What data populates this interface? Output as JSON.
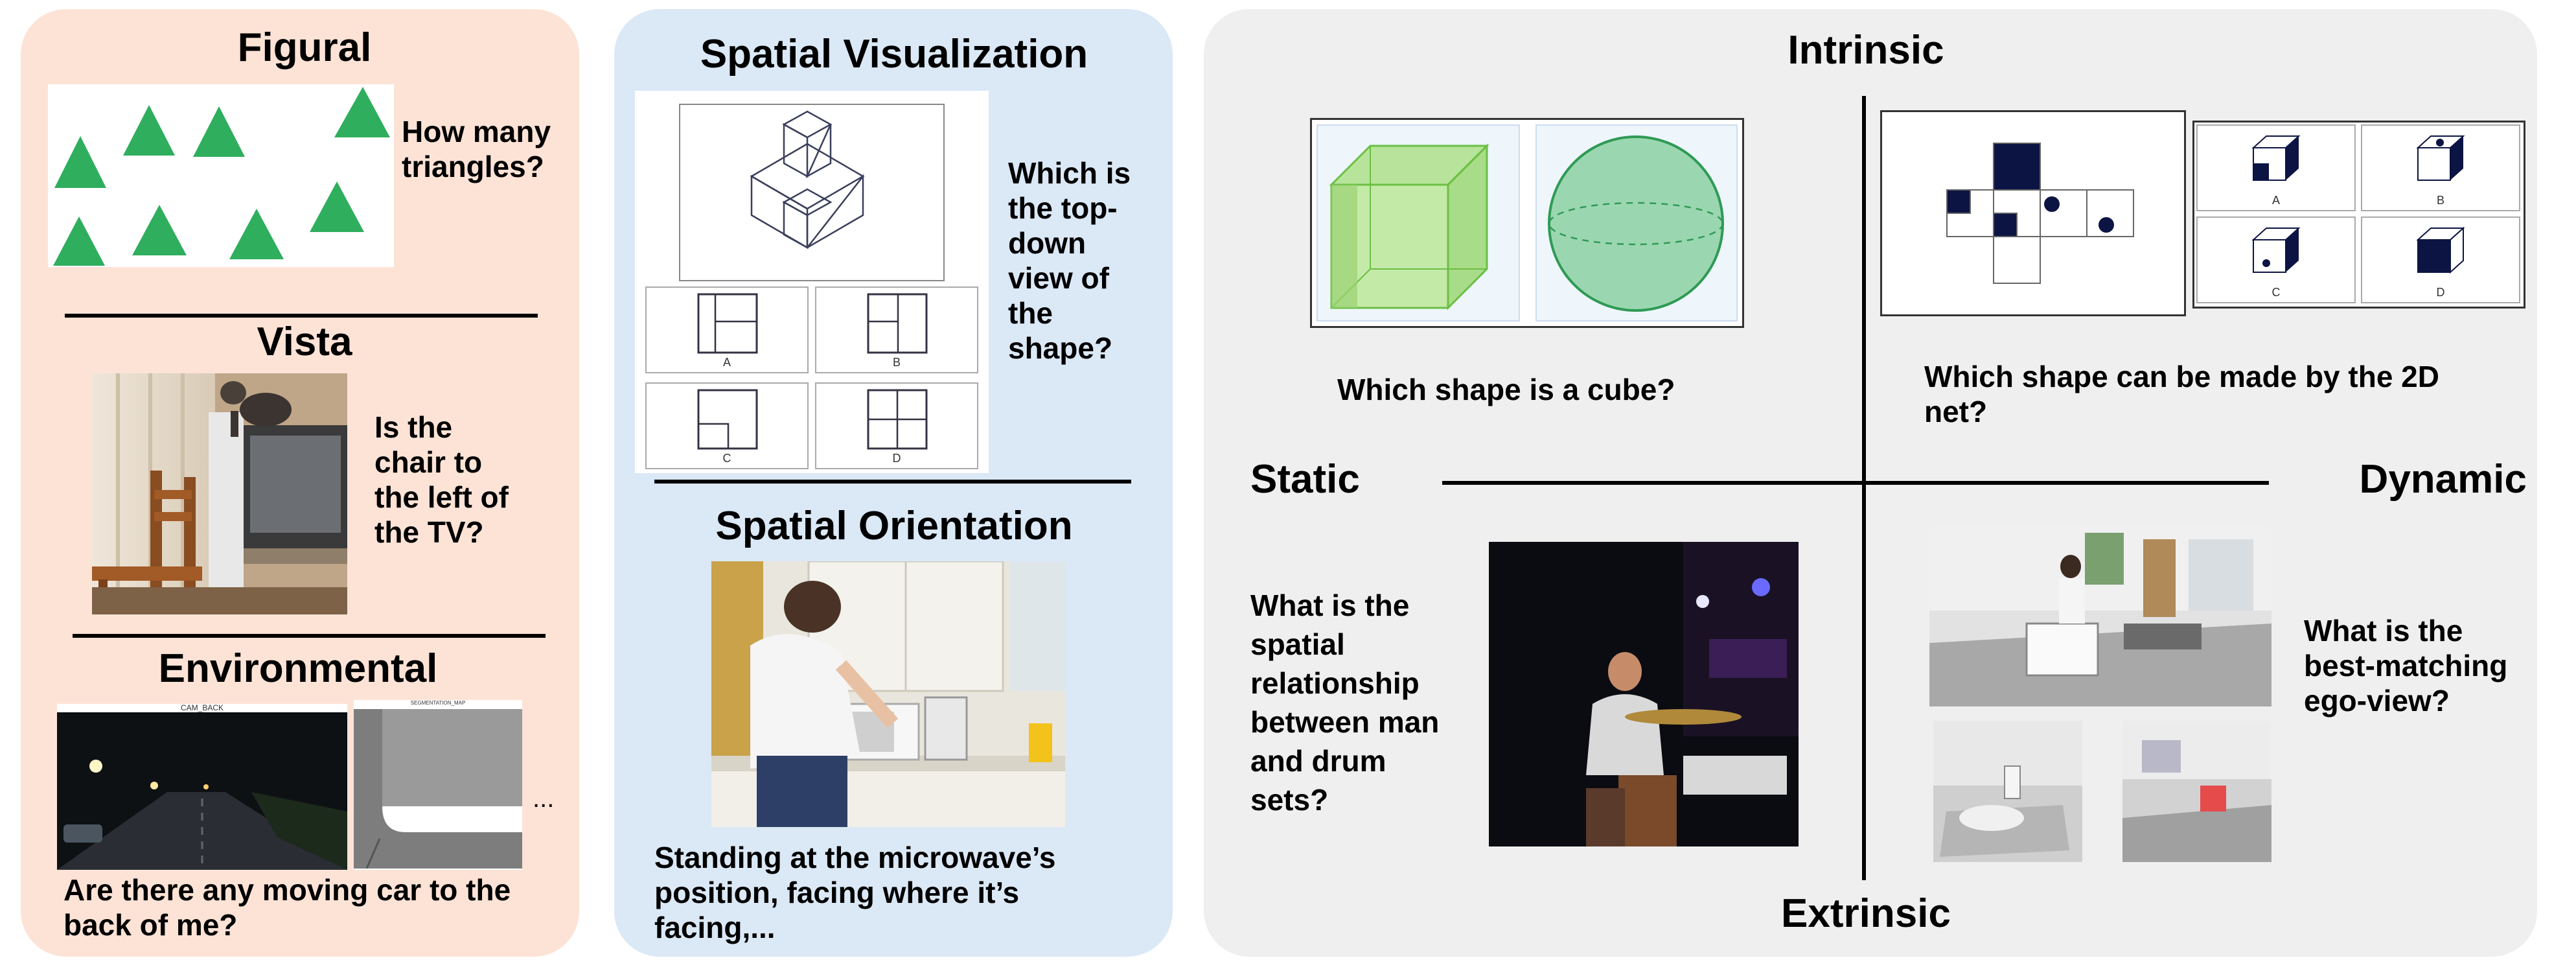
{
  "figural": {
    "title": "Figural",
    "question": "How many triangles?",
    "triangle_color": "#2fae5e"
  },
  "vista": {
    "title": "Vista",
    "question": "Is the chair to the left of the TV?"
  },
  "environmental": {
    "title": "Environmental",
    "cam_label": "CAM_BACK",
    "map_label": "SEGMENTATION_MAP",
    "ellipsis": "...",
    "question": "Are there any moving car to the back of me?"
  },
  "spatial_visualization": {
    "title": "Spatial Visualization",
    "question": "Which is the top-down view of the shape?",
    "options": [
      "A",
      "B",
      "C",
      "D"
    ]
  },
  "spatial_orientation": {
    "title": "Spatial Orientation",
    "question": "Standing at the microwave’s position, facing where it’s facing,..."
  },
  "quadrant": {
    "intrinsic": "Intrinsic",
    "extrinsic": "Extrinsic",
    "static": "Static",
    "dynamic": "Dynamic",
    "q_cube": "Which shape is a cube?",
    "q_net": "Which shape can be made by the 2D net?",
    "q_drum": "What is the spatial relationship between man and drum sets?",
    "q_ego": "What is the best-matching ego-view?",
    "net_options": [
      "A",
      "B",
      "C",
      "D"
    ]
  },
  "colors": {
    "panel_salmon": "#fde3d6",
    "panel_blue": "#dbe8f6",
    "panel_gray": "#efefef",
    "navy": "#0c1444",
    "shape_green": "#9ad79a"
  }
}
